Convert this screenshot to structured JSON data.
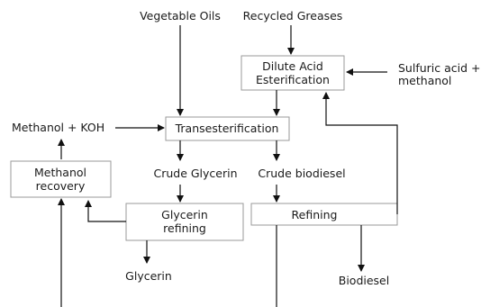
{
  "nodes": {
    "vegetable_oils": "Vegetable Oils",
    "recycled_greases": "Recycled Greases",
    "dilute_acid_line1": "Dilute Acid",
    "dilute_acid_line2": "Esterification",
    "sulfuric_line1": "Sulfuric acid +",
    "sulfuric_line2": "methanol",
    "methanol_koh": "Methanol + KOH",
    "transesterification": "Transesterification",
    "crude_glycerin": "Crude Glycerin",
    "crude_biodiesel": "Crude biodiesel",
    "methanol_recovery_line1": "Methanol",
    "methanol_recovery_line2": "recovery",
    "glycerin_refining_line1": "Glycerin",
    "glycerin_refining_line2": "refining",
    "refining": "Refining",
    "glycerin": "Glycerin",
    "biodiesel": "Biodiesel"
  }
}
